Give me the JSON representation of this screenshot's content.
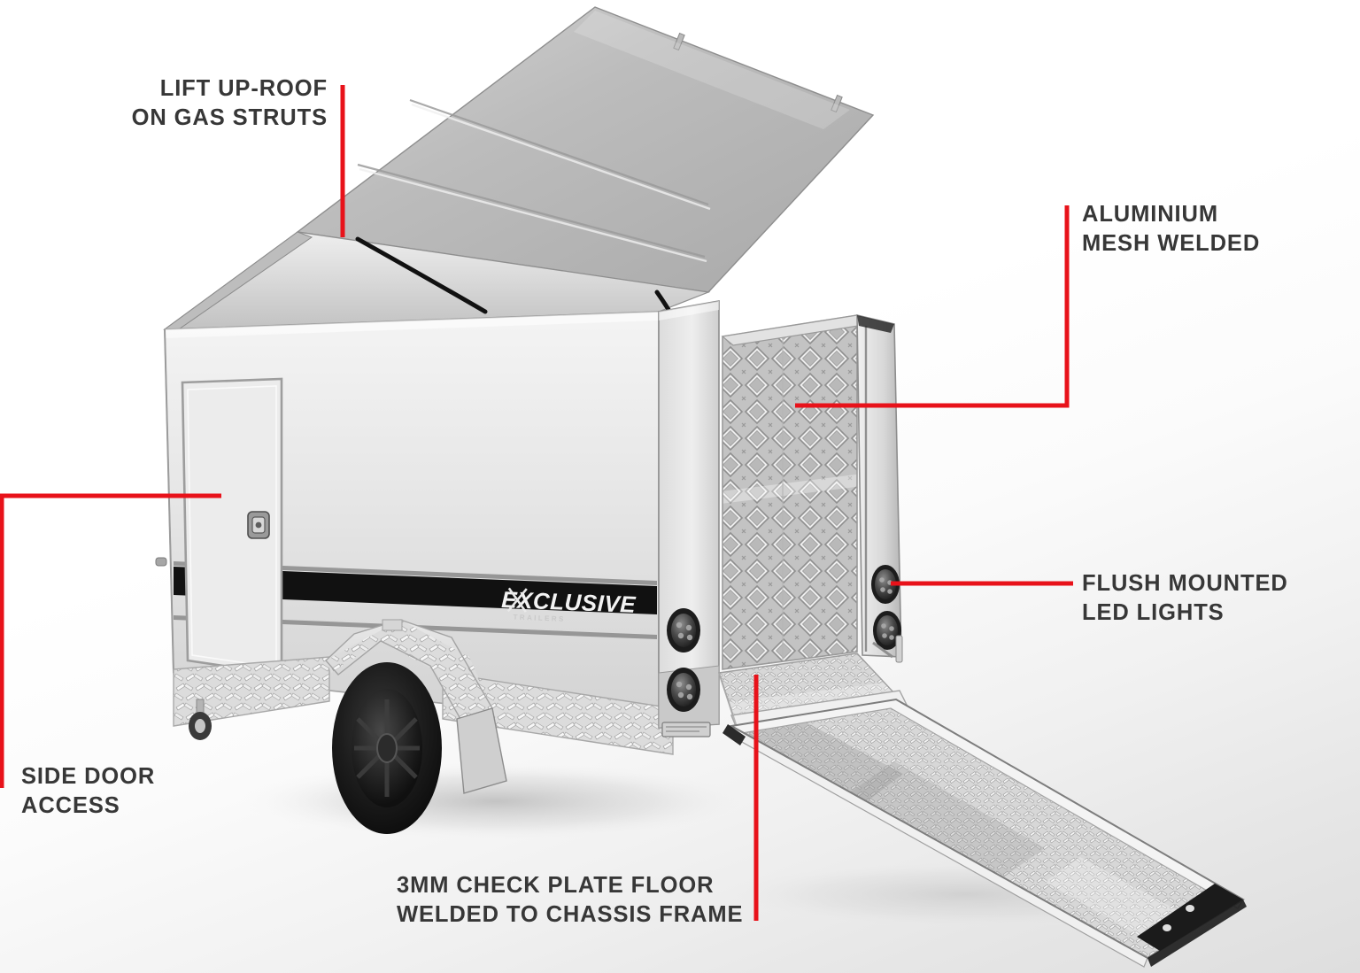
{
  "diagram": {
    "title": "Enclosed Lift-Up Roof Trailer Feature Diagram",
    "subject": "enclosed box trailer with lift-up roof, rear ramp door and side access door",
    "brand_decal": "EXCLUSIVE",
    "leader_color": "#e8121a",
    "label_color": "#373737",
    "background": "#ffffff"
  },
  "callouts": [
    {
      "id": "lift-up-roof",
      "text": "LIFT UP-ROOF\nON GAS STRUTS",
      "align": "right",
      "points_at": "roof-panel"
    },
    {
      "id": "aluminium-mesh",
      "text": "ALUMINIUM\nMESH WELDED",
      "align": "left",
      "points_at": "mesh-panel"
    },
    {
      "id": "flush-mounted-led-lights",
      "text": "FLUSH MOUNTED\nLED LIGHTS",
      "align": "left",
      "points_at": "led-light-upper-right"
    },
    {
      "id": "side-door-access",
      "text": "SIDE DOOR\nACCESS",
      "align": "left",
      "points_at": "side-door"
    },
    {
      "id": "check-plate-floor",
      "text": "3MM CHECK PLATE FLOOR\nWELDED TO CHASSIS FRAME",
      "align": "left",
      "points_at": "floor-plate"
    }
  ],
  "parts": {
    "roof_panel": "lift-up-roof",
    "gas_strut_front": "gas-strut",
    "gas_strut_rear": "gas-strut",
    "body_side": "trailer-side-panel",
    "body_rear": "trailer-rear-panel",
    "side_door": "side-access-door",
    "side_door_handle": "door-handle",
    "stripe_decal": "black-stripe-decal",
    "checker_skirt": "checker-plate-skirt",
    "wheel": "road-wheel",
    "guard": "checker-plate-mudguard",
    "jockey_wheel": "jockey-wheel",
    "mesh_panel": "aluminium-mesh-panel",
    "floor_plate": "checker-plate-floor",
    "ramp": "rear-ramp-door",
    "led_lights": [
      "led-light-upper-left",
      "led-light-lower-left",
      "led-light-upper-right",
      "led-light-lower-right"
    ],
    "compliance_plate": "compliance-plate"
  }
}
